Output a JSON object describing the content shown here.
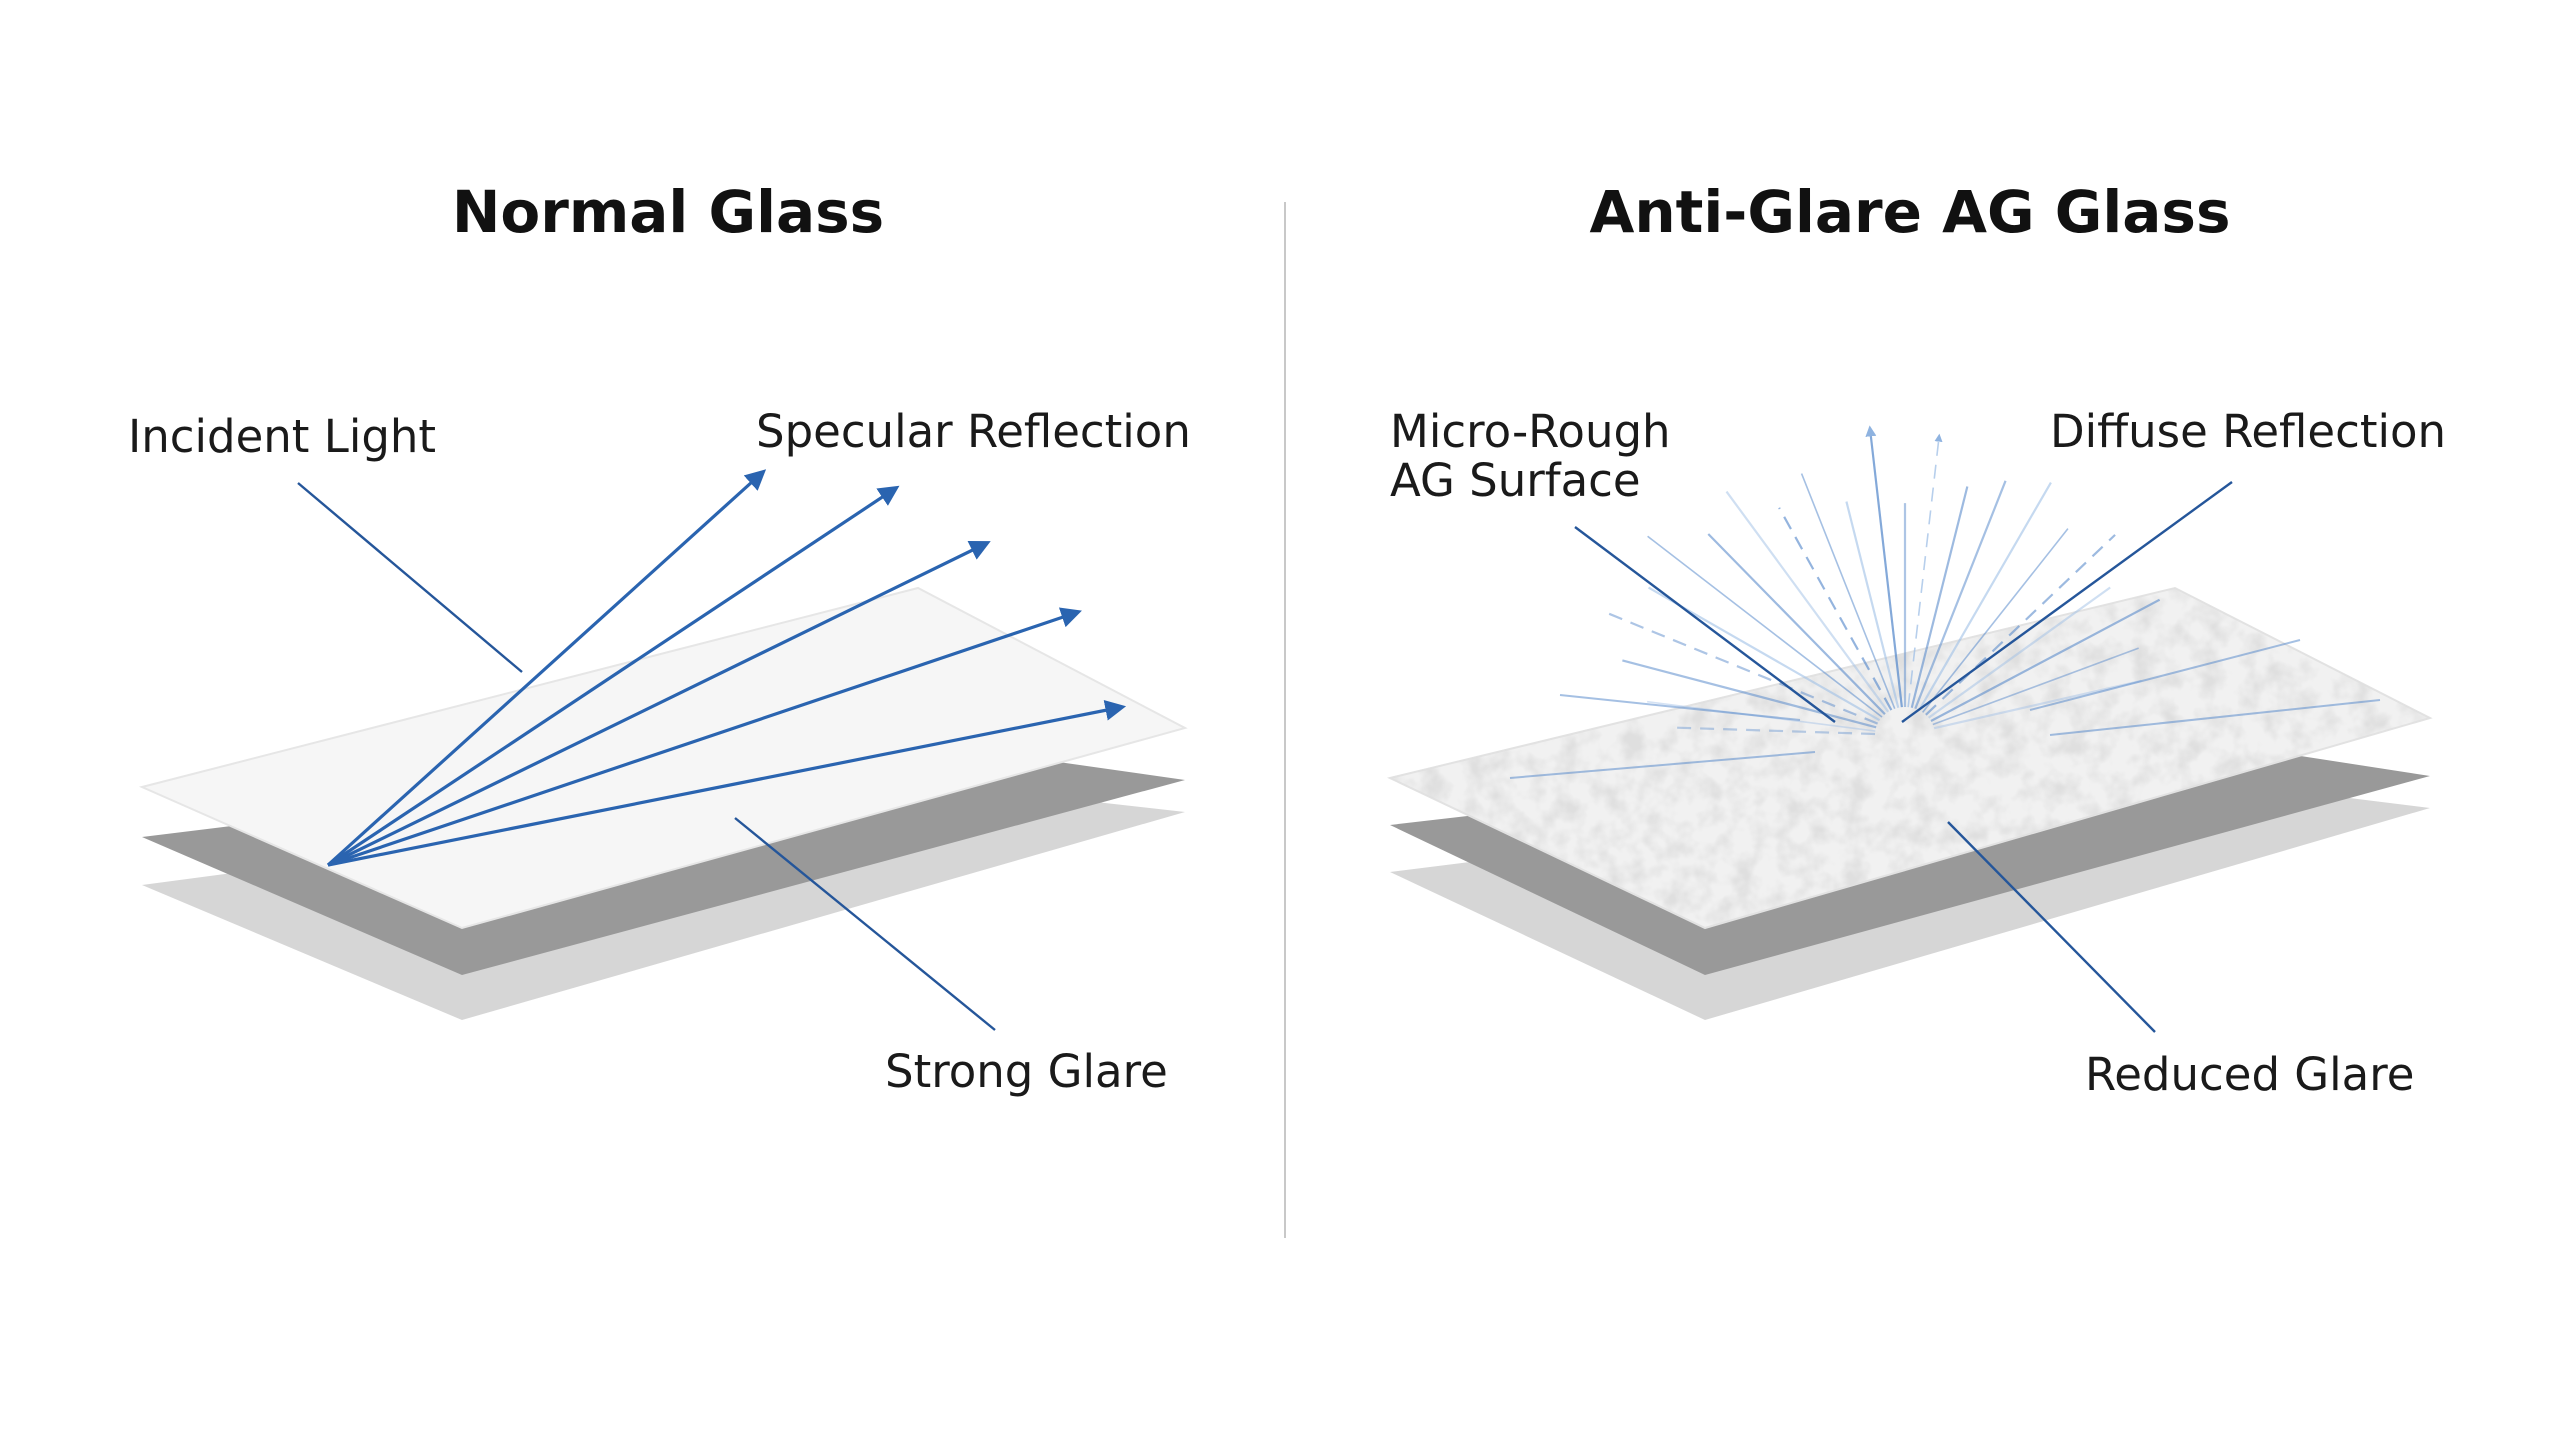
{
  "colors": {
    "ray": "#2a64b0",
    "leader": "#25569a",
    "divider": "#c8c8c8",
    "glass_top": "#f6f6f6",
    "glass_edge": "#e8e8e8",
    "layer_dark": "#9a9a9a",
    "layer_light": "#d4d4d4"
  },
  "normal_panel": {
    "title": "Normal Glass",
    "labels": {
      "incident": "Incident Light",
      "specular": "Specular Reflection",
      "glare": "Strong Glare"
    },
    "reflected_ray_count": 5
  },
  "ag_panel": {
    "title": "Anti-Glare AG Glass",
    "labels": {
      "surface_line1": "Micro-Rough",
      "surface_line2": "AG Surface",
      "diffuse": "Diffuse Reflection",
      "glare": "Reduced Glare"
    }
  },
  "icons": [
    "glass-sheet-icon",
    "reflection-arrow-icon",
    "diffuse-ray-icon"
  ]
}
